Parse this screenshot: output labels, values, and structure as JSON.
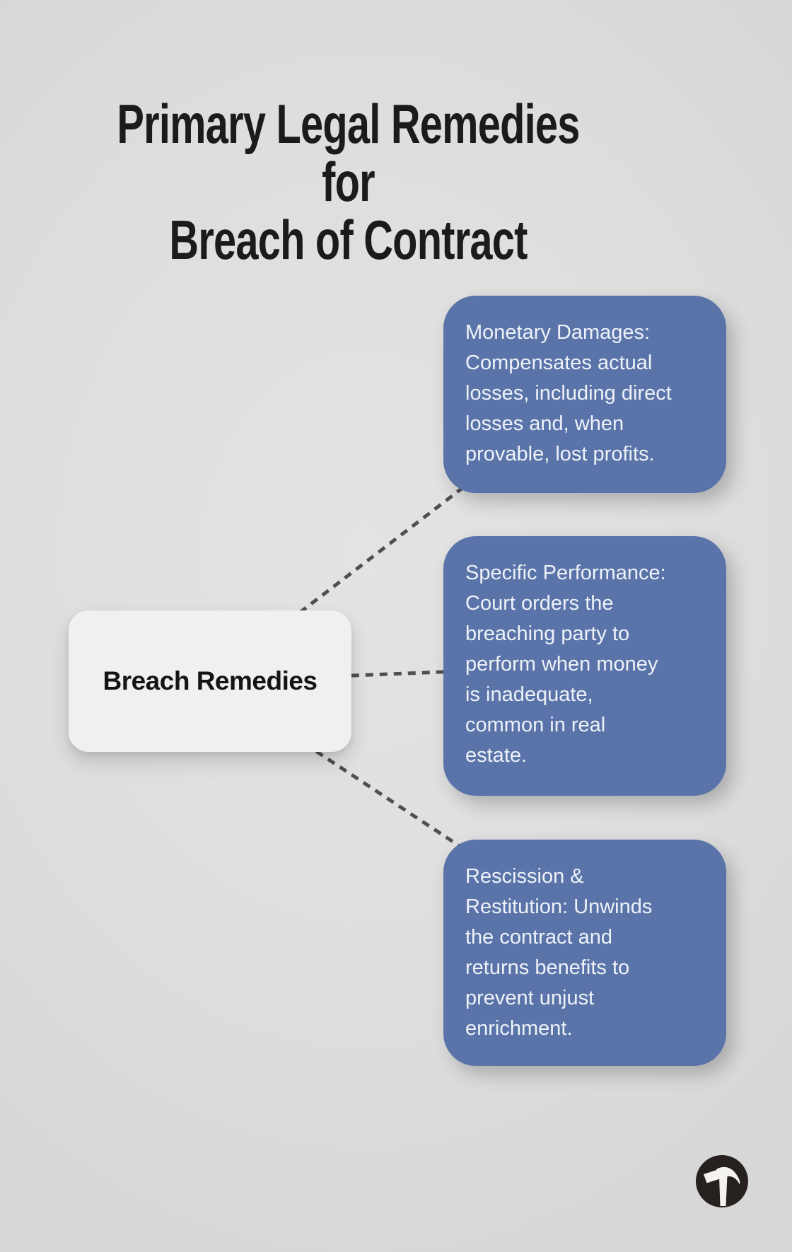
{
  "title": "Primary Legal Remedies for\nBreach of Contract",
  "center_node": {
    "label": "Breach Remedies"
  },
  "branches": [
    {
      "id": "monetary-damages",
      "text": "Monetary Damages:\nCompensates actual\nlosses, including direct\nlosses and, when\nprovable, lost profits."
    },
    {
      "id": "specific-performance",
      "text": "Specific Performance:\nCourt orders the\nbreaching party to\nperform when money\nis inadequate,\ncommon in real\nestate."
    },
    {
      "id": "rescission-restitution",
      "text": "Rescission &\nRestitution: Unwinds\nthe contract and\nreturns benefits to\nprevent unjust\nenrichment."
    }
  ],
  "logo": {
    "icon": "hammer-icon"
  },
  "colors": {
    "background": "#dedede",
    "branch_fill": "#5a74a9",
    "branch_text": "#eef2f8",
    "center_fill": "#eff0f2",
    "title_text": "#1b1b1b",
    "connector": "#4f4f4f",
    "logo_circle": "#26211e",
    "logo_glyph": "#f4f3ef"
  }
}
